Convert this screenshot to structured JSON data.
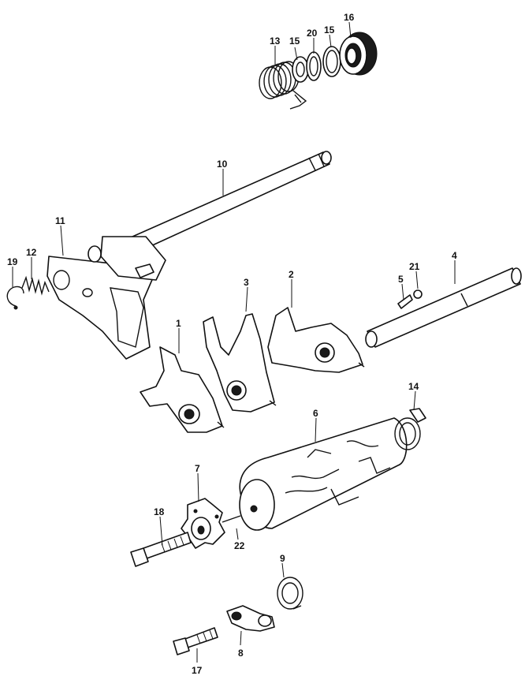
{
  "diagram": {
    "part_labels": {
      "p1": "1",
      "p2": "2",
      "p3": "3",
      "p4": "4",
      "p5": "5",
      "p6": "6",
      "p7": "7",
      "p8": "8",
      "p9": "9",
      "p10": "10",
      "p11": "11",
      "p12": "12",
      "p13": "13",
      "p14": "14",
      "p15a": "15",
      "p15b": "15",
      "p16": "16",
      "p17": "17",
      "p18": "18",
      "p19": "19",
      "p20": "20",
      "p21": "21",
      "p22": "22"
    }
  }
}
